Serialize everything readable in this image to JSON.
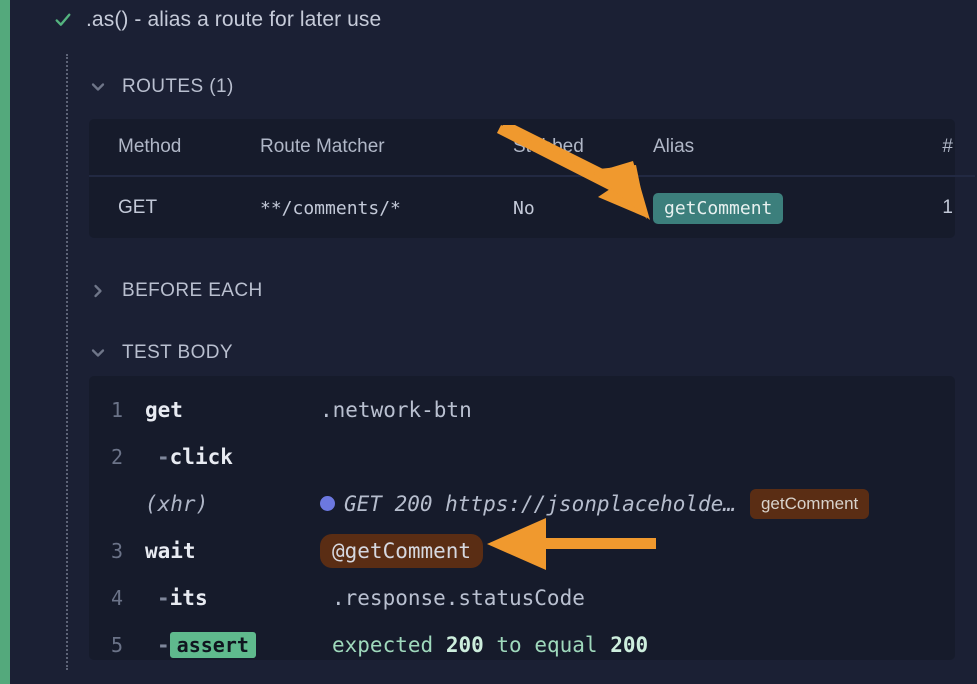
{
  "theme": {
    "background": "#1b2034",
    "panel_background": "#161b2b",
    "status_stripe_color": "#54a97c",
    "pass_check_color": "#54b37f",
    "alias_badge_color": "#3c7f7c",
    "xhr_alias_badge_color": "#5a2d14",
    "assert_badge_color": "#5fba8d",
    "arrow_annotation_color": "#f0992e",
    "xhr_dot_color": "#6c78e0"
  },
  "test": {
    "status_icon": "check-icon",
    "title": ".as() - alias a route for later use"
  },
  "sections": {
    "routes": {
      "label": "ROUTES (1)",
      "expanded": true,
      "chevron_icon": "chevron-down-icon",
      "table": {
        "columns": [
          "Method",
          "Route Matcher",
          "Stubbed",
          "Alias",
          "#"
        ],
        "rows": [
          {
            "method": "GET",
            "route_matcher": "**/comments/*",
            "stubbed": "No",
            "alias": "getComment",
            "num": "1"
          }
        ]
      }
    },
    "before_each": {
      "label": "BEFORE EACH",
      "expanded": false,
      "chevron_icon": "chevron-right-icon"
    },
    "test_body": {
      "label": "TEST BODY",
      "expanded": true,
      "chevron_icon": "chevron-down-icon",
      "commands": [
        {
          "num": "1",
          "name": "get",
          "message": "network-btn",
          "message_prefix": ".",
          "type": "plain"
        },
        {
          "num": "2",
          "name": "click",
          "message": "",
          "type": "child"
        },
        {
          "num": "",
          "name": "(xhr)",
          "type": "xhr",
          "xhr_text": "GET 200 https://jsonplaceholde…",
          "xhr_alias": "getComment"
        },
        {
          "num": "3",
          "name": "wait",
          "type": "alias",
          "alias_text": "@getComment"
        },
        {
          "num": "4",
          "name": "its",
          "message": ".response.statusCode",
          "type": "child"
        },
        {
          "num": "5",
          "name": "assert",
          "type": "assert",
          "assert_parts": [
            "expected",
            "200",
            "to equal",
            "200"
          ]
        }
      ]
    }
  },
  "annotations": [
    {
      "name": "arrow-to-alias-cell",
      "direction": "down-right",
      "color": "#f0992e"
    },
    {
      "name": "arrow-to-wait-alias",
      "direction": "left",
      "color": "#f0992e"
    }
  ]
}
